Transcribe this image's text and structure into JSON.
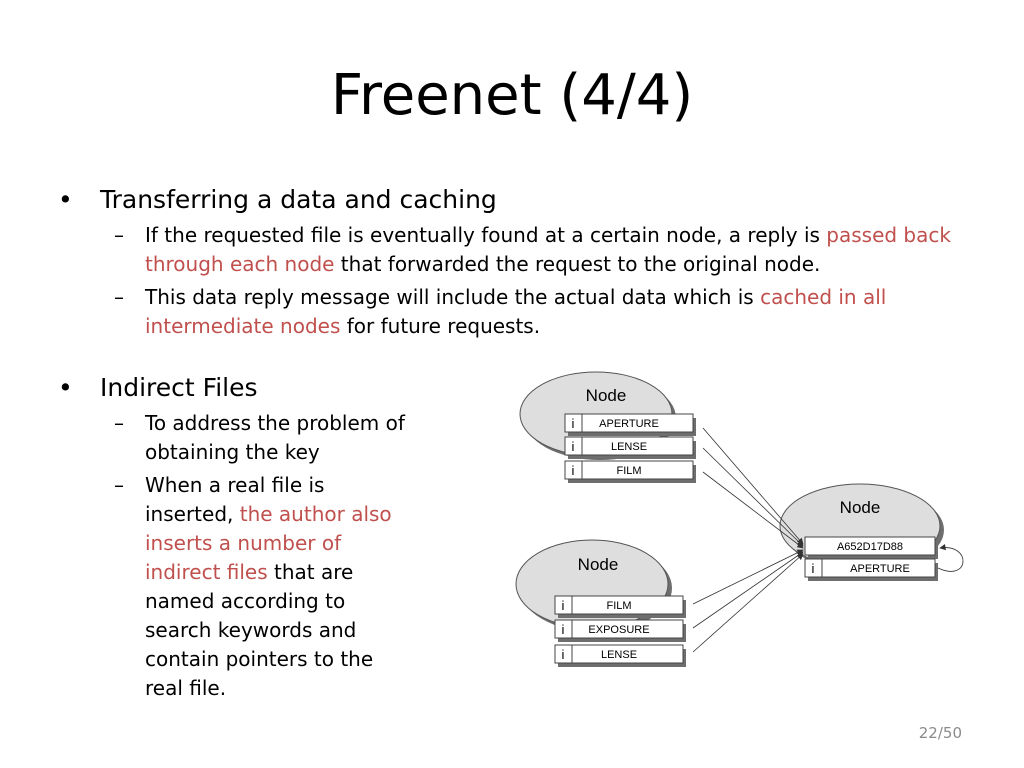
{
  "slide": {
    "title": "Freenet (4/4)",
    "page_number": "22/50"
  },
  "bullet1": {
    "heading": "Transferring a data and caching",
    "sub1": {
      "pre": "If the requested file is eventually found at a certain node, a reply is ",
      "highlight": "passed back through each node",
      "post": " that forwarded the request to the original node."
    },
    "sub2": {
      "pre": "This data reply message will include the actual data which is ",
      "highlight": "cached in all intermediate nodes",
      "post": " for future requests."
    }
  },
  "bullet2": {
    "heading": "Indirect Files",
    "sub1": "To address the problem of obtaining the key",
    "sub2": {
      "pre": "When a real file is inserted, ",
      "highlight": "the author also inserts a number of indirect files",
      "post": " that are named according to search keywords and contain pointers to the real file."
    }
  },
  "diagram": {
    "node_label": "Node",
    "indirect_marker": "i",
    "node_a_files": [
      "APERTURE",
      "LENSE",
      "FILM"
    ],
    "node_b_files": [
      "FILM",
      "EXPOSURE",
      "LENSE"
    ],
    "node_c_key": "A652D17D88",
    "node_c_file": "APERTURE"
  },
  "colors": {
    "highlight": "#c0504d",
    "node_fill": "#dedede",
    "node_shadow": "#6e6e6e"
  }
}
